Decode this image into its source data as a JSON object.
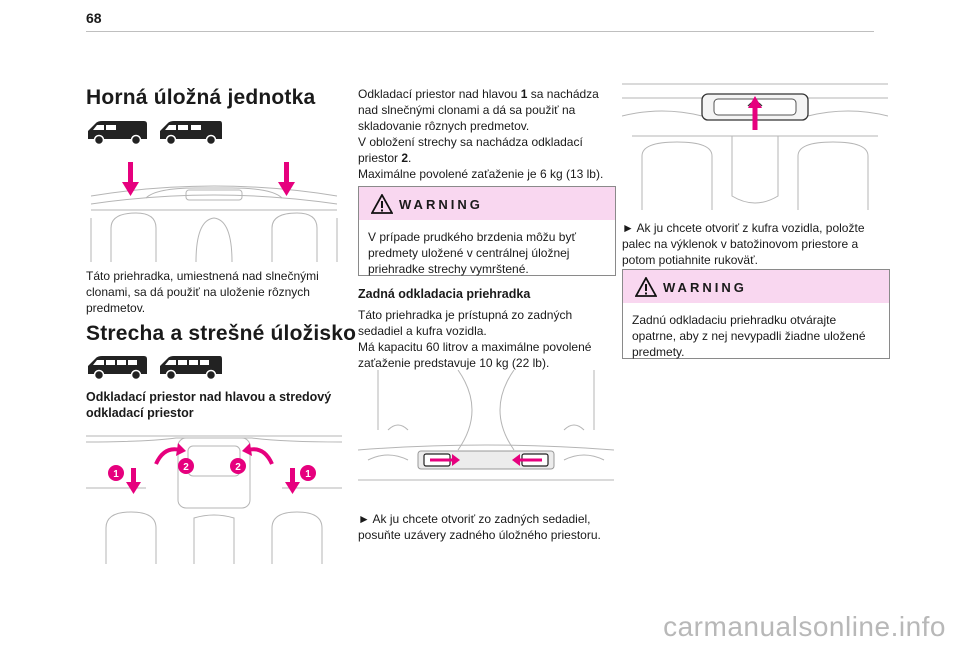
{
  "page": {
    "number": "68"
  },
  "column1": {
    "section1_title": "Horná úložná jednotka",
    "section1_text": "Táto priehradka, umiestnená nad slnečnými clonami, sa dá použiť na uloženie rôznych predmetov.",
    "section2_title": "Strecha a strešné úložisko",
    "subsection_title": "Odkladací priestor nad hlavou a stredový odkladací priestor",
    "callouts": [
      "1",
      "2",
      "2",
      "1"
    ]
  },
  "column2": {
    "intro_pre": "Odkladací priestor nad hlavou ",
    "intro_num": "1",
    "intro_post": " sa nachádza nad slnečnými clonami a dá sa použiť na skladovanie rôznych predmetov.",
    "line2_pre": "V obložení strechy sa nachádza odkladací priestor ",
    "line2_num": "2",
    "line2_post": ".",
    "line3": "Maximálne povolené zaťaženie je 6 kg (13 lb).",
    "warning_title": "WARNING",
    "warning_text": "V prípade prudkého brzdenia môžu byť predmety uložené v centrálnej úložnej priehradke strechy vymrštené.",
    "rear_title": "Zadná odkladacia priehradka",
    "rear_text1": "Táto priehradka je prístupná zo zadných sedadiel a kufra vozidla.",
    "rear_text2": "Má kapacitu 60 litrov a maximálne povolené zaťaženie predstavuje 10 kg (22 lb).",
    "instruction": "► Ak ju chcete otvoriť zo zadných sedadiel, posuňte uzávery zadného úložného priestoru."
  },
  "column3": {
    "instruction": "► Ak ju chcete otvoriť z kufra vozidla, položte palec na výklenok v batožinovom priestore a potom potiahnite rukoväť.",
    "warning_title": "WARNING",
    "warning_text": "Zadnú odkladaciu priehradku otvárajte opatrne, aby z nej nevypadli žiadne uložené predmety."
  },
  "watermark": "carmanualsonline.info",
  "colors": {
    "accent": "#e6007e",
    "warning_bg": "#f9d7f0"
  }
}
